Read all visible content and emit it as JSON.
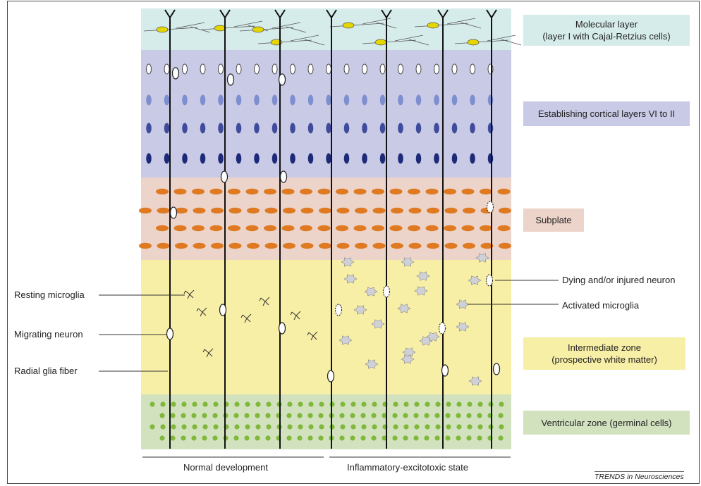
{
  "layers": {
    "molecular": "Molecular layer",
    "molecular_sub": "(layer I with Cajal-Retzius cells)",
    "cortical": "Establishing cortical layers VI to II",
    "subplate": "Subplate",
    "intermediate": "Intermediate zone",
    "intermediate_sub": "(prospective white matter)",
    "ventricular": "Ventricular zone (germinal cells)"
  },
  "left_labels": {
    "resting_microglia": "Resting microglia",
    "migrating_neuron": "Migrating neuron",
    "radial_glia": "Radial glia fiber"
  },
  "right_labels": {
    "dying_neuron": "Dying and/or injured neuron",
    "activated_microglia": "Activated microglia"
  },
  "conditions": {
    "normal": "Normal development",
    "inflammatory": "Inflammatory-excitotoxic state"
  },
  "credit": "TRENDS in Neurosciences",
  "colors": {
    "molecular_bg": "#d6ecea",
    "cortical_bg": "#c9cae6",
    "subplate_bg": "#ecd4ca",
    "intermediate_bg": "#f8efa6",
    "ventricular_bg": "#d2e2bf",
    "cajal_cell": "#e6d600",
    "cortical_row2": "#7d8fce",
    "cortical_row3": "#3f4c9c",
    "cortical_row4": "#1c2a78",
    "subplate_cell": "#df7a22",
    "germinal_cell": "#7fb83a",
    "activated_microglia": "#cfd1d6"
  }
}
